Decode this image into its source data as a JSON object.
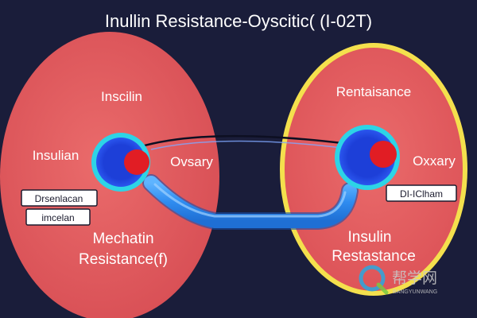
{
  "title": "Inullin Resistance-Oyscitic( (I-02T)",
  "left": {
    "top_label": "Inscilin",
    "side_label": "Insulian",
    "organ_label": "Ovsary",
    "box1": "Drsenlacan",
    "box2": "imcelan",
    "bottom_line1": "Mechatin",
    "bottom_line2": "Resistance(f)"
  },
  "right": {
    "top_label": "Rentaisance",
    "organ_label": "Oxxary",
    "box1": "DI-IClham",
    "bottom_line1": "Insulin",
    "bottom_line2": "Restastance"
  },
  "watermark": {
    "brand": "帮学网",
    "sub": "BANGYUNWANG"
  },
  "colors": {
    "background": "#1a1d3a",
    "cell_fill": "#e05a5c",
    "right_cell_border": "#f4e04d",
    "nucleus_outer": "#2dd4e6",
    "nucleus_inner": "#1d3fd8",
    "dot": "#e11d24",
    "tube": "#2f8cf0"
  }
}
